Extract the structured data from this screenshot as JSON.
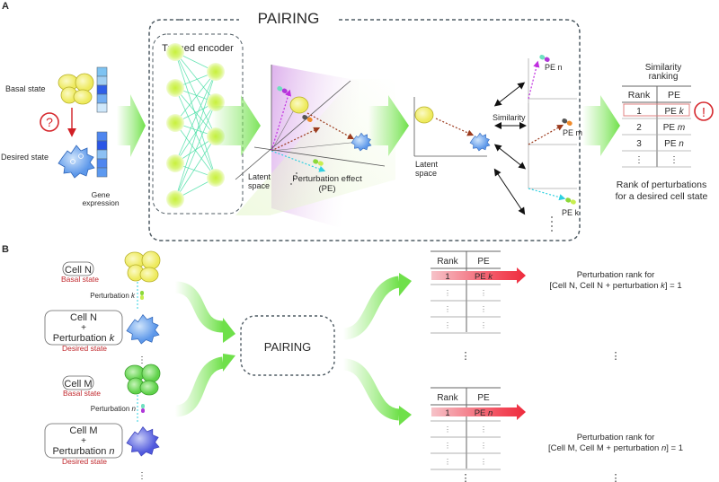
{
  "panel_a": {
    "label": "A",
    "basal_state": "Basal state",
    "desired_state": "Desired state",
    "question_mark": "?",
    "gene_expression_line1": "Gene",
    "gene_expression_line2": "expression",
    "basal_gene_colors": [
      "#7ec3f2",
      "#a2cff3",
      "#2f5fe8",
      "#74aef2",
      "#cfe8fb"
    ],
    "desired_gene_colors": [
      "#4f86ef",
      "#2a55e6",
      "#8cc0f3",
      "#4f86ef",
      "#5c99f0"
    ],
    "pairing_title": "PAIRING",
    "trained_encoder": "Trained encoder",
    "latent_space_line1": "Latent",
    "latent_space_line2": "space",
    "perturbation_effect_line1": "Perturbation effect",
    "perturbation_effect_line2": "(PE)",
    "latent_space2_line1": "Latent",
    "latent_space2_line2": "space",
    "similarity": "Similarity",
    "pe_labels": [
      "PE n",
      "PE m",
      "PE k"
    ],
    "ranking": {
      "title_line1": "Similarity",
      "title_line2": "ranking",
      "headers": [
        "Rank",
        "PE"
      ],
      "rows": [
        {
          "rank": "1",
          "pe_prefix": "PE ",
          "pe_var": "k",
          "highlight": true
        },
        {
          "rank": "2",
          "pe_prefix": "PE ",
          "pe_var": "m",
          "highlight": false
        },
        {
          "rank": "3",
          "pe_prefix": "PE ",
          "pe_var": "n",
          "highlight": false
        },
        {
          "rank": "⋮",
          "pe_prefix": "⋮",
          "pe_var": "",
          "highlight": false
        }
      ],
      "alert": "!",
      "caption_line1": "Rank of perturbations",
      "caption_line2": "for a desired cell state"
    }
  },
  "panel_b": {
    "label": "B",
    "pairing_title": "PAIRING",
    "ellipsis": "⋮",
    "groups": [
      {
        "cell": "Cell N",
        "basal": "Basal state",
        "perturbation_prefix": "Perturbation ",
        "perturbation_var": "k",
        "desired_line1": "Cell N",
        "desired_plus": "+",
        "desired_line3_prefix": "Perturbation ",
        "desired_line3_var": "k",
        "desired": "Desired state",
        "table_headers": [
          "Rank",
          "PE"
        ],
        "top_rank": "1",
        "top_pe_prefix": "PE ",
        "top_pe_var": "k",
        "filler": "⋮",
        "result_line1": "Perturbation rank for",
        "result_line2_prefix": "[Cell N, Cell N + perturbation ",
        "result_line2_var": "k",
        "result_line2_suffix": "] = 1"
      },
      {
        "cell": "Cell M",
        "basal": "Basal state",
        "perturbation_prefix": "Perturbation ",
        "perturbation_var": "n",
        "desired_line1": "Cell M",
        "desired_plus": "+",
        "desired_line3_prefix": "Perturbation ",
        "desired_line3_var": "n",
        "desired": "Desired state",
        "table_headers": [
          "Rank",
          "PE"
        ],
        "top_rank": "1",
        "top_pe_prefix": "PE ",
        "top_pe_var": "n",
        "filler": "⋮",
        "result_line1": "Perturbation rank for",
        "result_line2_prefix": "[Cell M, Cell M + perturbation ",
        "result_line2_var": "n",
        "result_line2_suffix": "] = 1"
      }
    ]
  },
  "colors": {
    "flow_arrow": "#7ee65a",
    "alert_red": "#d6282d",
    "basal_cell": "#f3f07a",
    "desired_cell": "#7fb3ef",
    "cell_m_basal": "#7fe070",
    "cell_m_desired": "#6b72e6",
    "dash_border": "#4f5b63"
  }
}
